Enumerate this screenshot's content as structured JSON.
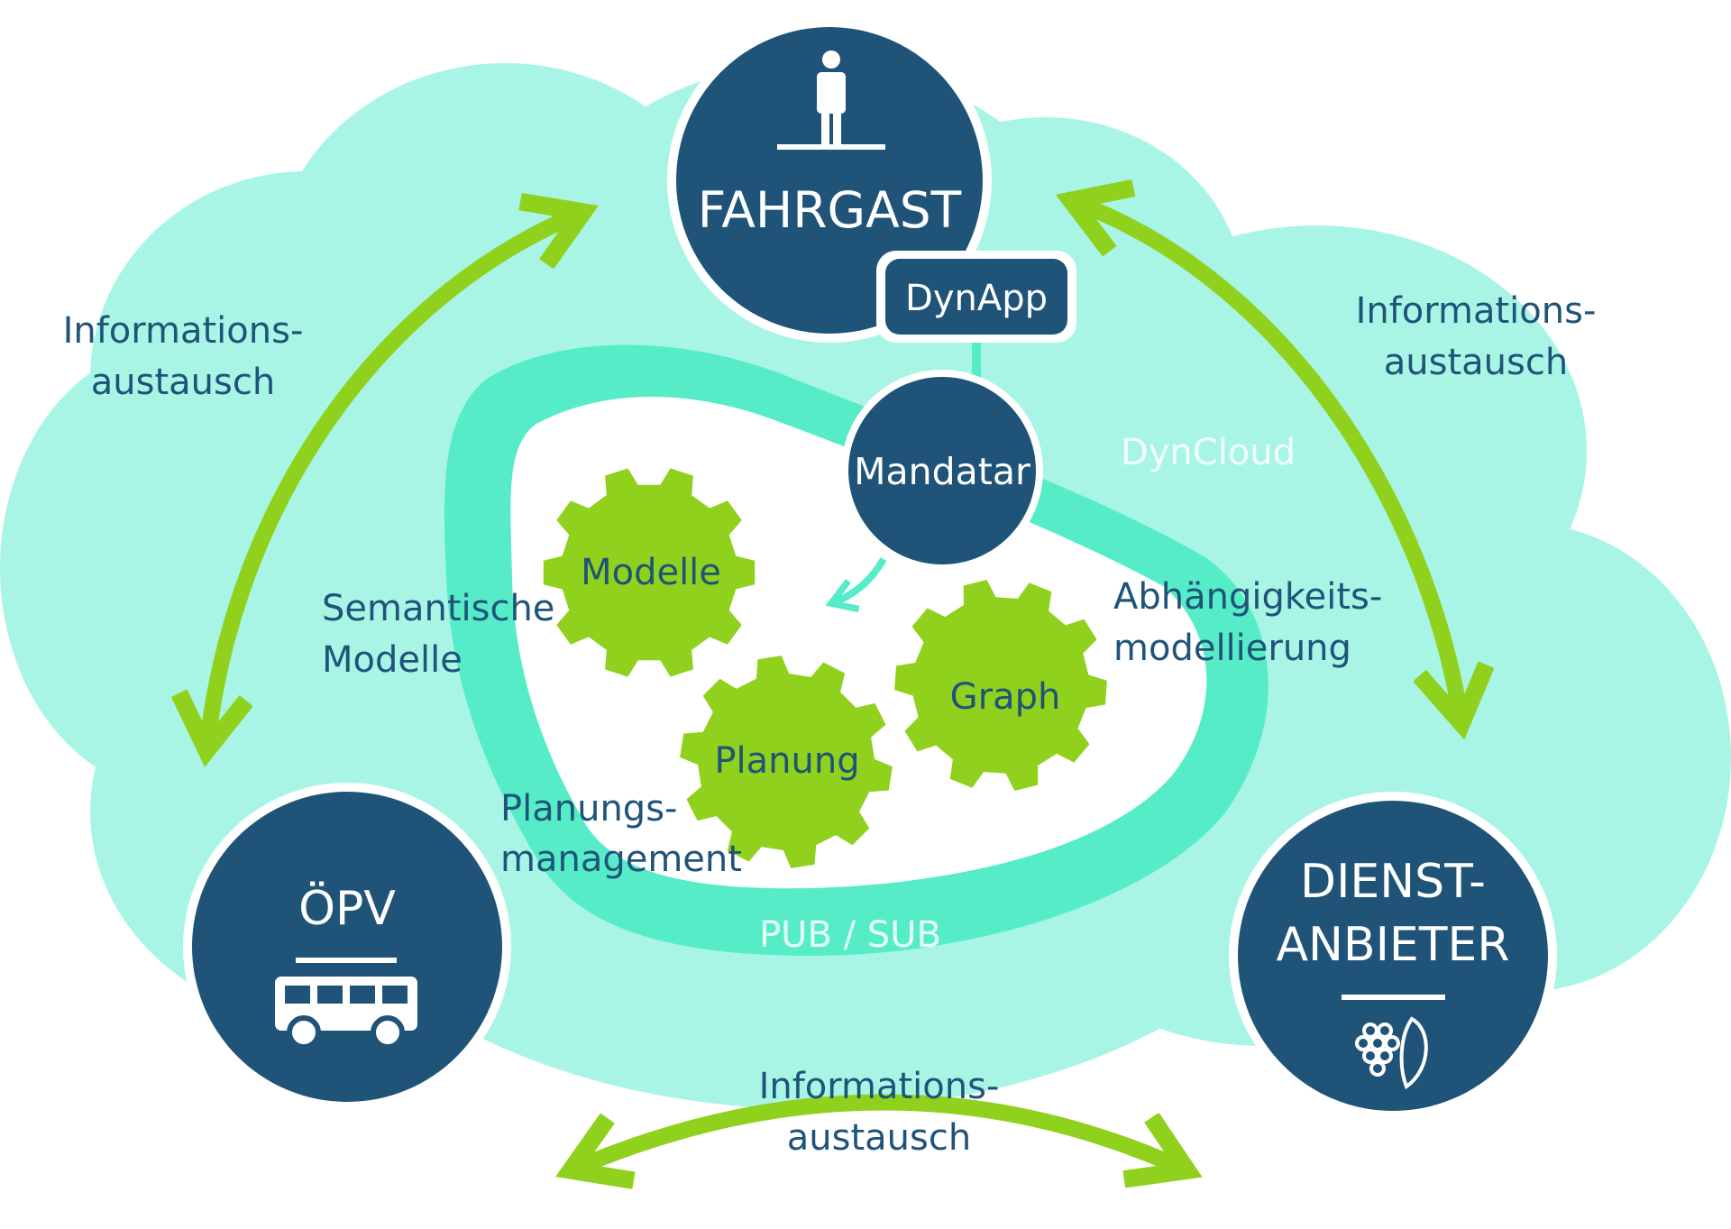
{
  "actors": {
    "fahrgast": "FAHRGAST",
    "dynapp": "DynApp",
    "opv": "ÖPV",
    "dienst_line1": "DIENST-",
    "dienst_line2": "ANBIETER"
  },
  "core": {
    "mandatar": "Mandatar",
    "dyncloud": "DynCloud",
    "pubsub": "PUB / SUB"
  },
  "gears": {
    "modelle": "Modelle",
    "planung": "Planung",
    "graph": "Graph"
  },
  "labels": {
    "semantische_1": "Semantische",
    "semantische_2": "Modelle",
    "abhaengigkeit_1": "Abhängigkeits-",
    "abhaengigkeit_2": "modellierung",
    "planungs_1": "Planungs-",
    "planungs_2": "management"
  },
  "exchange": {
    "left_1": "Informations-",
    "left_2": "austausch",
    "right_1": "Informations-",
    "right_2": "austausch",
    "bottom_1": "Informations-",
    "bottom_2": "austausch"
  },
  "icons": {
    "fahrgast": "person-icon",
    "opv": "bus-icon",
    "dienstanbieter": "grapes-pepper-icon"
  },
  "colors": {
    "navy": "#1f5478",
    "cloud": "#a8f5e6",
    "ring": "#56ecc8",
    "green": "#8fd11c"
  }
}
